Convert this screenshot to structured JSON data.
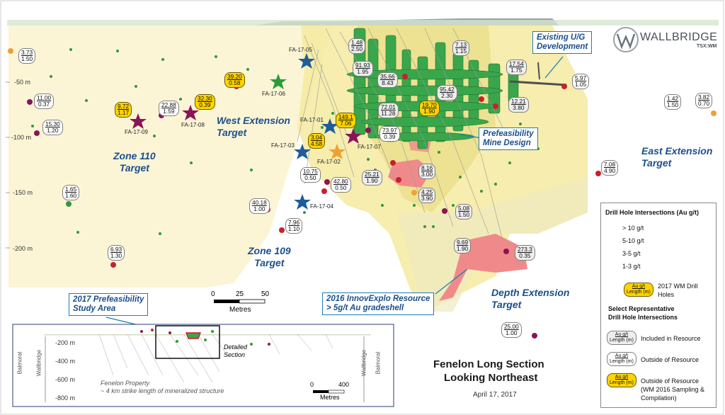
{
  "colors": {
    "target_text": "#1c4f8c",
    "zone_fill": "#fbf5d6",
    "resource_green": "#3aa64c",
    "gradeshell_pink": "#f08a8a",
    "accent_blue": "#1c7fb5",
    "dot_gt10": "#8b1457",
    "dot_5_10": "#cc1e2d",
    "dot_3_5": "#f0a033",
    "dot_1_3": "#2e9a3c",
    "star_blue": "#1f5c99",
    "star_purple": "#8b1457",
    "star_orange": "#f0a033",
    "star_green": "#2e9a3c"
  },
  "brand": {
    "name": "WALLBRIDGE",
    "ticker": "TSX:WM"
  },
  "targets": {
    "zone110": [
      "Zone 110",
      "Target"
    ],
    "west": [
      "West Extension",
      "Target"
    ],
    "zone109": [
      "Zone 109",
      "Target"
    ],
    "east": [
      "East Extension",
      "Target"
    ],
    "depth": [
      "Depth Extension",
      "Target"
    ]
  },
  "callouts": {
    "ug": [
      "Existing U/G",
      "Development"
    ],
    "mine": [
      "Prefeasibility",
      "Mine Design"
    ],
    "resource": [
      "2016 InnovExplo Resource",
      "> 5g/t Au gradeshell"
    ],
    "study": [
      "2017 Prefeasibility",
      "Study Area"
    ]
  },
  "depth_axis": [
    "-50 m",
    "-100 m",
    "-150 m",
    "-200 m"
  ],
  "scale": {
    "ticks": [
      "0",
      "25",
      "50"
    ],
    "unit": "Metres"
  },
  "holes": [
    "FA-17-05",
    "FA-17-06",
    "FA-17-09",
    "FA-17-08",
    "FA-17-01",
    "FA-17-07",
    "FA-17-03",
    "FA-17-02",
    "FA-17-04"
  ],
  "intersections": [
    {
      "grade": "3.73",
      "length": "1.50",
      "style": "out"
    },
    {
      "grade": "11.00",
      "length": "0.37",
      "style": "out"
    },
    {
      "grade": "15.30",
      "length": "1.20",
      "style": "out"
    },
    {
      "grade": "1.65",
      "length": "1.60",
      "style": "out"
    },
    {
      "grade": "6.93",
      "length": "1.30",
      "style": "out"
    },
    {
      "grade": "9.72",
      "length": "1.17",
      "style": "yel"
    },
    {
      "grade": "22.88",
      "length": "1.59",
      "style": "out"
    },
    {
      "grade": "32.30",
      "length": "0.39",
      "style": "yel"
    },
    {
      "grade": "39.20",
      "length": "0.58",
      "style": "yel"
    },
    {
      "grade": "1.48",
      "length": "2.50",
      "style": "in"
    },
    {
      "grade": "91.93",
      "length": "1.95",
      "style": "in"
    },
    {
      "grade": "35.66",
      "length": "8.43",
      "style": "in"
    },
    {
      "grade": "7.13",
      "length": "1.15",
      "style": "in"
    },
    {
      "grade": "95.42",
      "length": "2.30",
      "style": "in"
    },
    {
      "grade": "17.54",
      "length": "1.75",
      "style": "in"
    },
    {
      "grade": "5.97",
      "length": "1.05",
      "style": "out"
    },
    {
      "grade": "12.21",
      "length": "3.80",
      "style": "in"
    },
    {
      "grade": "72.01",
      "length": "11.28",
      "style": "in"
    },
    {
      "grade": "19.70",
      "length": "1.90",
      "style": "yel"
    },
    {
      "grade": "149.1",
      "length": "7.06",
      "style": "yel"
    },
    {
      "grade": "3.04",
      "length": "4.58",
      "style": "yel"
    },
    {
      "grade": "73.97",
      "length": "0.39",
      "style": "out"
    },
    {
      "grade": "1.42",
      "length": "1.50",
      "style": "out"
    },
    {
      "grade": "3.82",
      "length": "0.70",
      "style": "out"
    },
    {
      "grade": "10.75",
      "length": "0.50",
      "style": "out"
    },
    {
      "grade": "42.80",
      "length": "0.50",
      "style": "out"
    },
    {
      "grade": "25.21",
      "length": "1.90",
      "style": "in"
    },
    {
      "grade": "8.16",
      "length": "3.00",
      "style": "in"
    },
    {
      "grade": "7.08",
      "length": "4.90",
      "style": "out"
    },
    {
      "grade": "4.25",
      "length": "3.90",
      "style": "in"
    },
    {
      "grade": "5.08",
      "length": "1.50",
      "style": "in"
    },
    {
      "grade": "40.18",
      "length": "1.00",
      "style": "out"
    },
    {
      "grade": "7.96",
      "length": "1.10",
      "style": "out"
    },
    {
      "grade": "9.69",
      "length": "1.90",
      "style": "in"
    },
    {
      "grade": "273.3",
      "length": "0.35",
      "style": "in"
    },
    {
      "grade": "25.00",
      "length": "1.00",
      "style": "out"
    }
  ],
  "legend": {
    "title": "Drill Hole Intersections (Au g/t)",
    "classes": [
      "> 10 g/t",
      "5-10 g/t",
      "3-5 g/t",
      "1-3 g/t"
    ],
    "star_line1": "2017 WM Drill",
    "star_line2": "Holes",
    "star_box_line1": "Au g/t",
    "star_box_line2": "Length (m)",
    "select_title_line1": "Select Representative",
    "select_title_line2": "Drill Hole Intersections",
    "rows": [
      {
        "box_line1": "Au g/t",
        "box_line2": "Length (m)",
        "label": "Included in Resource"
      },
      {
        "box_line1": "Au g/t",
        "box_line2": "Length (m)",
        "label": "Outside of Resource"
      },
      {
        "box_line1": "Au g/t",
        "box_line2": "Length (m)",
        "label": "Outside of Resource"
      }
    ],
    "note_line1": "(WM 2016 Sampling &",
    "note_line2": "Compilation)"
  },
  "inset": {
    "depth_ticks": [
      "-200 m",
      "-400 m",
      "-600 m",
      "-800 m"
    ],
    "left_labels": [
      "Balmoral",
      "Wallbridge"
    ],
    "right_labels": [
      "Wallbridge",
      "Balmoral"
    ],
    "detailed_line1": "Detailed",
    "detailed_line2": "Section",
    "property_line1": "Fenelon Property",
    "property_line2": "~ 4 km strike length of mineralized structure",
    "scale_ticks": [
      "0",
      "400"
    ],
    "scale_unit": "Metres"
  },
  "title_line1": "Fenelon Long Section",
  "title_line2": "Looking Northeast",
  "date": "April 17, 2017"
}
